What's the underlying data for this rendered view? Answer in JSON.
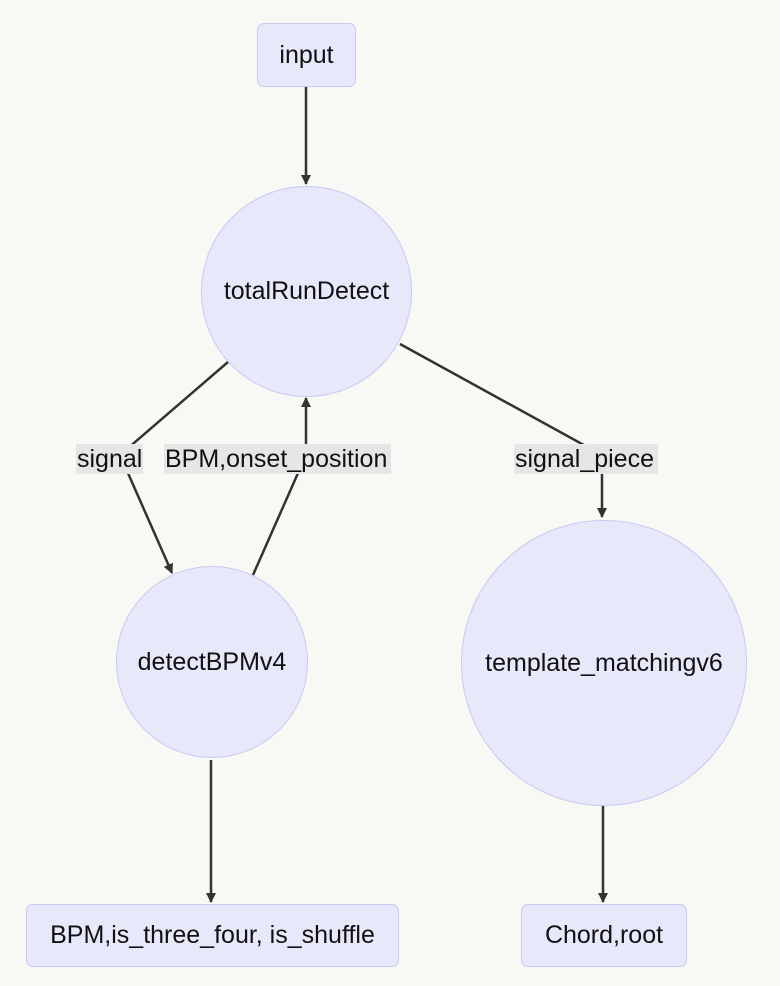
{
  "nodes": {
    "input": "input",
    "total_run_detect": "totalRunDetect",
    "detect_bpm": "detectBPMv4",
    "template_matching": "template_matchingv6",
    "bpm_output": "BPM,is_three_four, is_shuffle",
    "chord_output": "Chord,root"
  },
  "edges": {
    "signal": "signal",
    "bpm_onset": "BPM,onset_position",
    "signal_piece": "signal_piece"
  },
  "colors": {
    "node_fill": "#e8e8fb",
    "node_border": "#c9c9f2",
    "edge": "#333333",
    "edge_label_bg": "#e6e6e6",
    "background": "#f8f8f5"
  }
}
